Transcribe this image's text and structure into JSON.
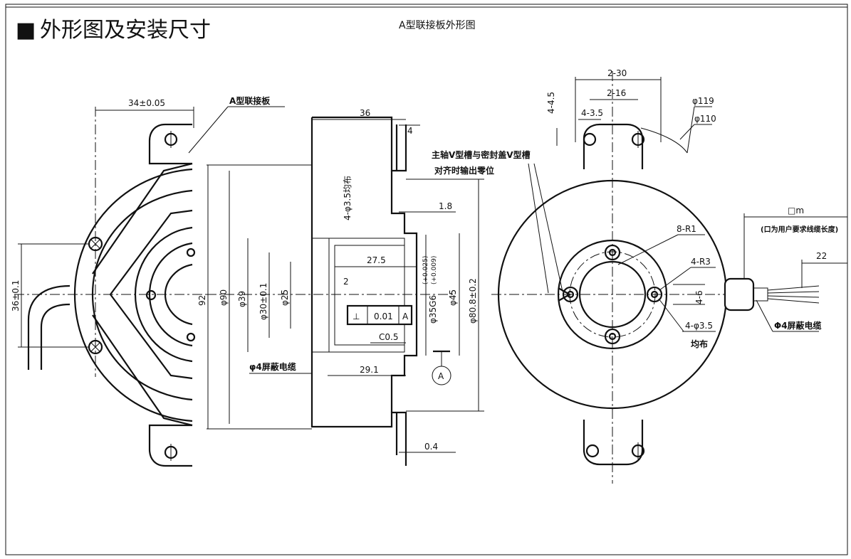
{
  "header": {
    "bullet": "■",
    "title": "外形图及安装尺寸",
    "subtitle": "A型联接板外形图"
  },
  "labels": {
    "flange_plate": "A型联接板",
    "zero_note_1": "主轴V型槽与密封盖V型槽",
    "zero_note_2": "对齐时输出零位",
    "shield_cable_left": "φ4屏蔽电缆",
    "shield_cable_right": "Φ4屏蔽电缆",
    "cable_length_symbol": "□m",
    "cable_length_note": "(口为用户要求线缆长度)"
  },
  "dims": {
    "d_34": "34±0.05",
    "d_36": "36",
    "d_4": "4",
    "d_1_8": "1.8",
    "d_4_phi35": "4-φ3.5均布",
    "d_27_5": "27.5",
    "d_2": "2",
    "d_0_01": "0.01",
    "d_datum": "A",
    "d_perp": "⊥",
    "d_c0_5": "C0.5",
    "d_29_1": "29.1",
    "d_0_4": "0.4",
    "d_92": "92",
    "d_phi90": "φ90",
    "d_phi39": "φ39",
    "d_phi30": "φ30±0.1",
    "d_phi25": "φ25",
    "d_phi35g6": "φ35G6",
    "d_tol_up": "(+0.025)",
    "d_tol_dn": "(+0.009)",
    "d_phi45": "φ45",
    "d_phi80": "φ80.8±0.2",
    "d_36_01": "36±0.1",
    "d_4_4_5": "4-4.5",
    "d_2_30": "2-30",
    "d_2_16": "2-16",
    "d_4_3_5": "4-3.5",
    "d_phi119": "φ119",
    "d_phi110": "φ110",
    "d_8_r1": "8-R1",
    "d_4_r3": "4-R3",
    "d_4_6": "4-6",
    "d_4_phi3_5b": "4-φ3.5",
    "d_evenly": "均布",
    "d_22": "22"
  }
}
